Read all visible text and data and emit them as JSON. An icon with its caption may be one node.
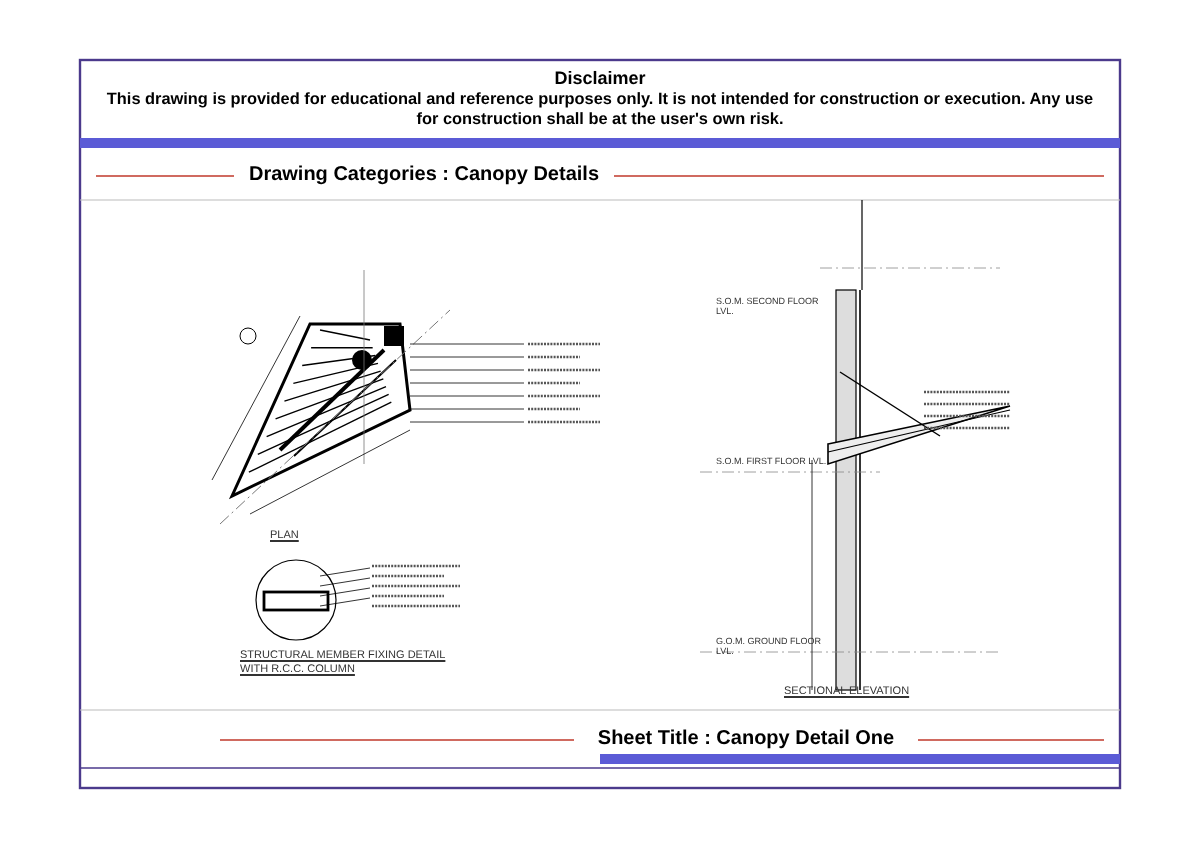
{
  "diagram": {
    "labels": [
      "Disclaimer",
      "This drawing is provided for educational and reference purposes only. It is not intended for construction or execution. Any use for construction shall be at the user's own risk.",
      "Drawing Categories : Canopy Details",
      "PLAN",
      "STRUCTURAL MEMBER FIXING DETAIL WITH R.C.C. COLUMN",
      "S.O.M. SECOND FLOOR LVL.",
      "S.O.M. FIRST FLOOR LVL.",
      "G.O.M. GROUND FLOOR LVL.",
      "SECTIONAL ELEVATION",
      "Sheet Title : Canopy Detail One"
    ]
  }
}
